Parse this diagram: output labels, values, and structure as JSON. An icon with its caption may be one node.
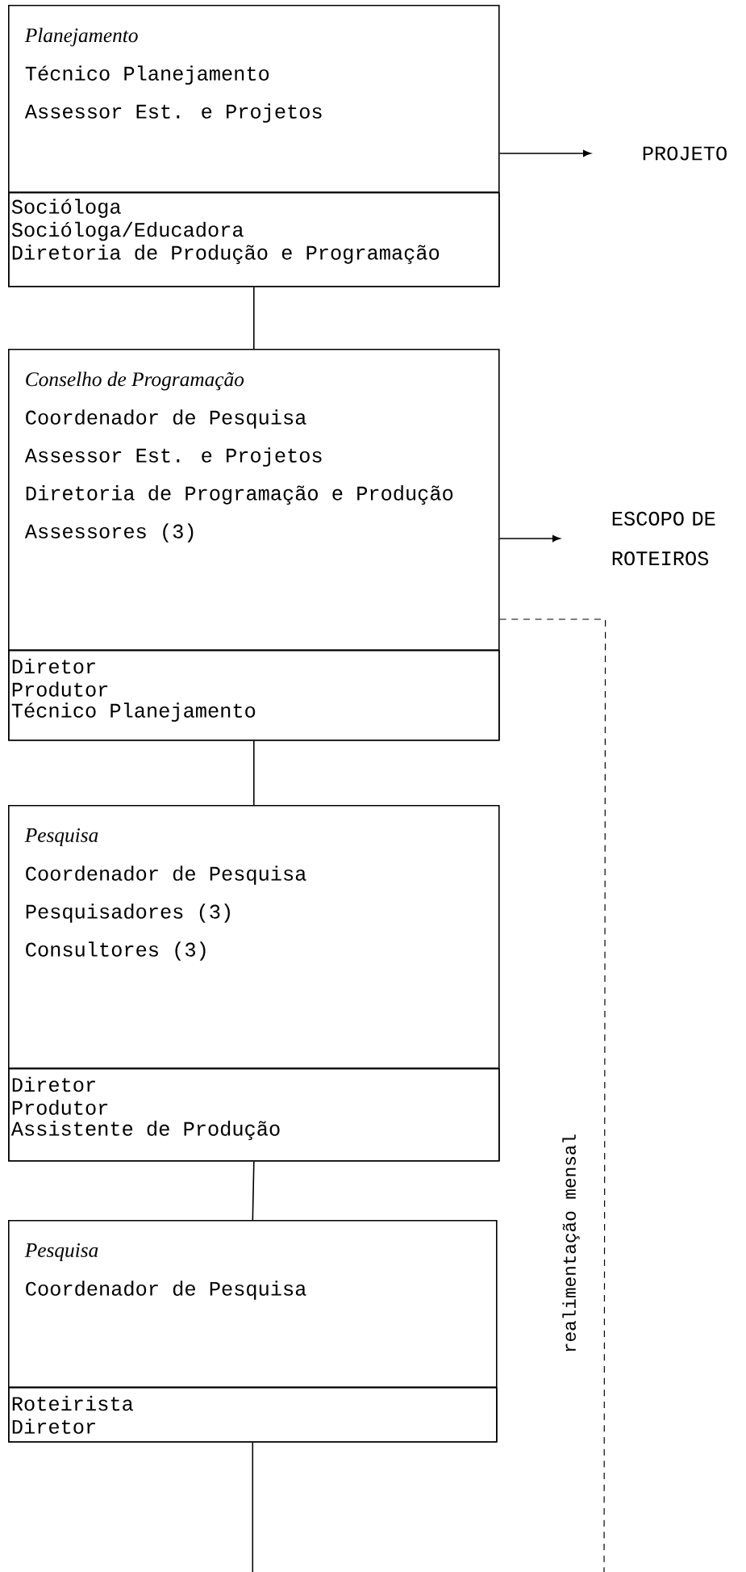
{
  "diagram": {
    "nodes": [
      {
        "text": [
          "Planejamento",
          "Técnico Planejamento",
          "Assessor Est. e Projetos"
        ]
      },
      {
        "text": [
          "Socióloga",
          "Socióloga/Educadora",
          "Diretoria de Produção e Programação"
        ],
        "in": 0
      },
      {
        "text": [
          "PROJETO"
        ]
      },
      {
        "text": [
          "Conselho de Programação",
          "Coordenador de Pesquisa",
          "Assessor Est. e Projetos",
          "Diretoria de Programação e Produção",
          "Assessores (3)"
        ]
      },
      {
        "text": [
          "Diretor",
          "Produtor",
          "Técnico Planejamento"
        ],
        "in": 3
      },
      {
        "text": [
          "ESCOPO DE ROTEIROS"
        ]
      },
      {
        "text": [
          "Pesquisa",
          "Coordenador de Pesquisa",
          "Pesquisadores (3)",
          "Consultores (3)"
        ]
      },
      {
        "text": [
          "Diretor",
          "Produtor",
          "Assistente de Produção"
        ],
        "in": 6
      },
      {
        "text": [
          "Pesquisa",
          "Coordenador de Pesquisa"
        ]
      },
      {
        "text": [
          "Roteirista",
          "Diretor"
        ],
        "in": 8
      }
    ],
    "edges": [
      {
        "from": 0,
        "to": 2,
        "arrow": "to"
      },
      {
        "from": 1,
        "to": 3,
        "arrow": "none"
      },
      {
        "from": 3,
        "to": 5,
        "arrow": "to"
      },
      {
        "from": 4,
        "to": 6,
        "arrow": "none"
      },
      {
        "from": 7,
        "to": 8,
        "arrow": "none"
      },
      {
        "from": 9,
        "to": null,
        "arrow": "none"
      },
      {
        "from": 3,
        "to": null,
        "arrow": "none",
        "style": "dashed",
        "label": "realimentação mensal"
      }
    ]
  }
}
